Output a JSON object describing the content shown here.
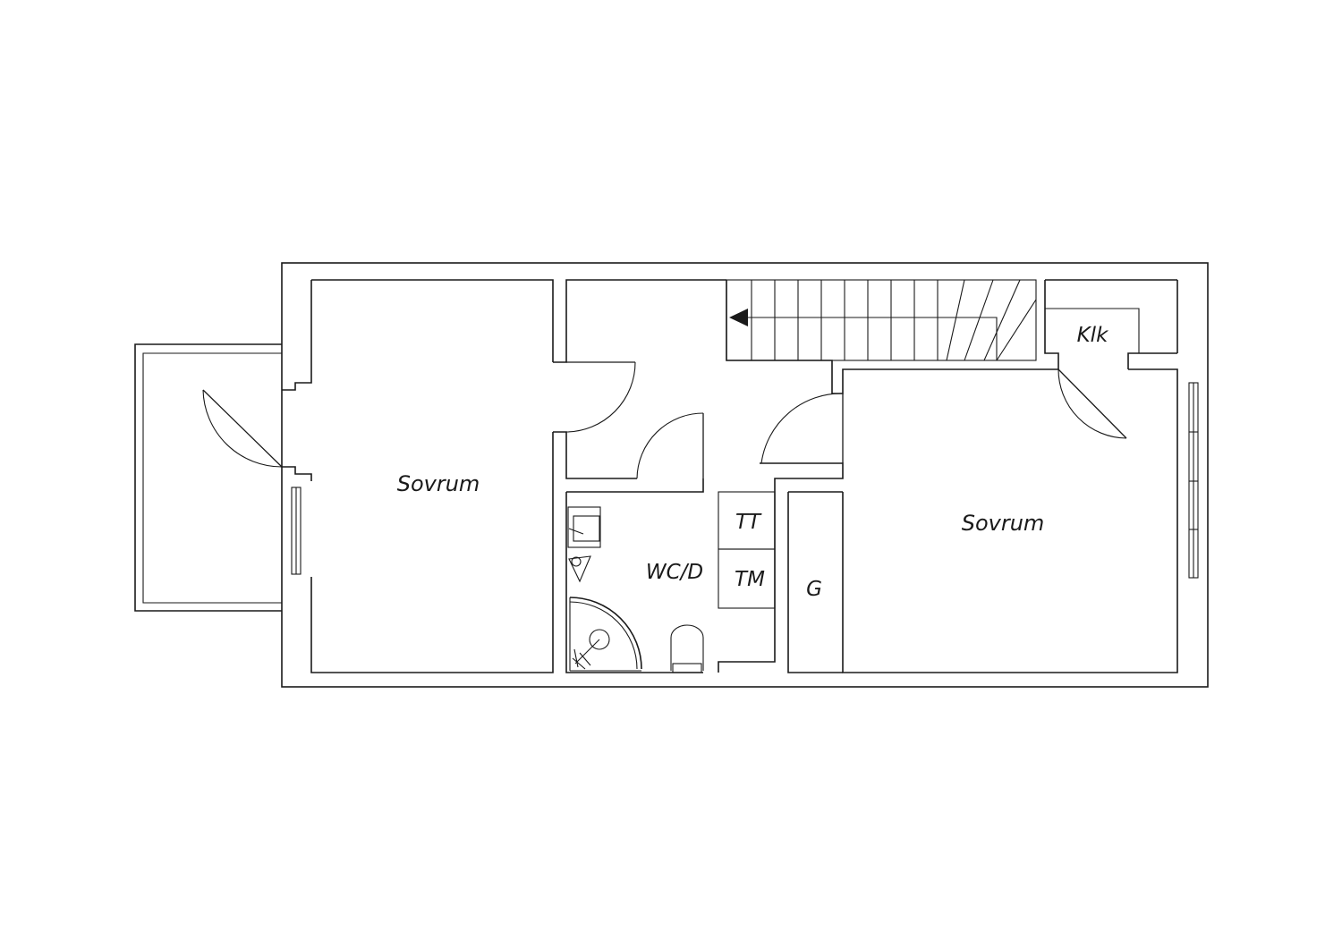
{
  "rooms": {
    "sovrum_left": "Sovrum",
    "sovrum_right": "Sovrum",
    "klk": "Klk",
    "wcd": "WC/D",
    "tt": "TT",
    "tm": "TM",
    "g": "G"
  },
  "colors": {
    "line": "#1a1a1a",
    "background": "#ffffff"
  }
}
